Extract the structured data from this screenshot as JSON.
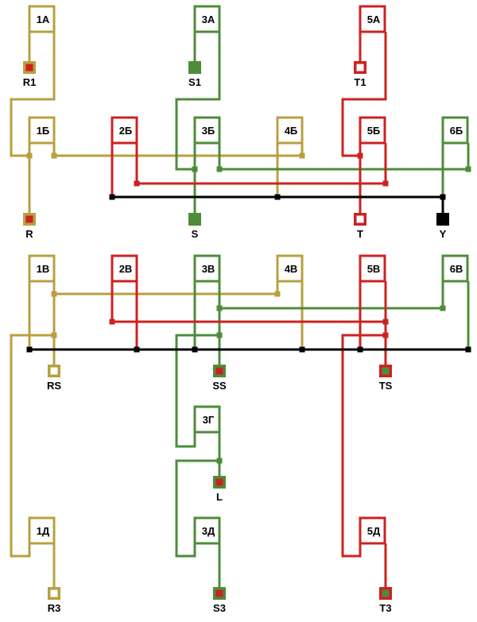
{
  "colors": {
    "yellow": "#b8a040",
    "green": "#4e8c3a",
    "red": "#cc2222",
    "black": "#000000"
  },
  "switches": [
    {
      "id": "1A",
      "label": "1А",
      "color": "yellow"
    },
    {
      "id": "3A",
      "label": "3А",
      "color": "green"
    },
    {
      "id": "5A",
      "label": "5А",
      "color": "red"
    },
    {
      "id": "1B",
      "label": "1Б",
      "color": "yellow"
    },
    {
      "id": "2B",
      "label": "2Б",
      "color": "red"
    },
    {
      "id": "3B",
      "label": "3Б",
      "color": "green"
    },
    {
      "id": "4B",
      "label": "4Б",
      "color": "yellow"
    },
    {
      "id": "5B",
      "label": "5Б",
      "color": "red"
    },
    {
      "id": "6B",
      "label": "6Б",
      "color": "green"
    },
    {
      "id": "1V",
      "label": "1В",
      "color": "yellow"
    },
    {
      "id": "2V",
      "label": "2В",
      "color": "red"
    },
    {
      "id": "3V",
      "label": "3В",
      "color": "green"
    },
    {
      "id": "4V",
      "label": "4В",
      "color": "yellow"
    },
    {
      "id": "5V",
      "label": "5В",
      "color": "red"
    },
    {
      "id": "6V",
      "label": "6В",
      "color": "green"
    },
    {
      "id": "3G",
      "label": "3Г",
      "color": "green"
    },
    {
      "id": "1D",
      "label": "1Д",
      "color": "yellow"
    },
    {
      "id": "3D",
      "label": "3Д",
      "color": "green"
    },
    {
      "id": "5D",
      "label": "5Д",
      "color": "red"
    }
  ],
  "terminals": [
    {
      "id": "R1",
      "label": "R1",
      "border": "yellow",
      "fill": "red"
    },
    {
      "id": "S1",
      "label": "S1",
      "border": "green",
      "fill": "green"
    },
    {
      "id": "T1",
      "label": "T1",
      "border": "red",
      "fill": "white"
    },
    {
      "id": "R",
      "label": "R",
      "border": "yellow",
      "fill": "red"
    },
    {
      "id": "S",
      "label": "S",
      "border": "green",
      "fill": "green"
    },
    {
      "id": "T",
      "label": "T",
      "border": "red",
      "fill": "white"
    },
    {
      "id": "Y",
      "label": "Y",
      "border": "black",
      "fill": "black"
    },
    {
      "id": "RS",
      "label": "RS",
      "border": "yellow",
      "fill": "white"
    },
    {
      "id": "SS",
      "label": "SS",
      "border": "green",
      "fill": "red"
    },
    {
      "id": "TS",
      "label": "TS",
      "border": "red",
      "fill": "green"
    },
    {
      "id": "L",
      "label": "L",
      "border": "green",
      "fill": "red"
    },
    {
      "id": "R3",
      "label": "R3",
      "border": "yellow",
      "fill": "white"
    },
    {
      "id": "S3",
      "label": "S3",
      "border": "green",
      "fill": "red"
    },
    {
      "id": "T3",
      "label": "T3",
      "border": "red",
      "fill": "green"
    }
  ]
}
